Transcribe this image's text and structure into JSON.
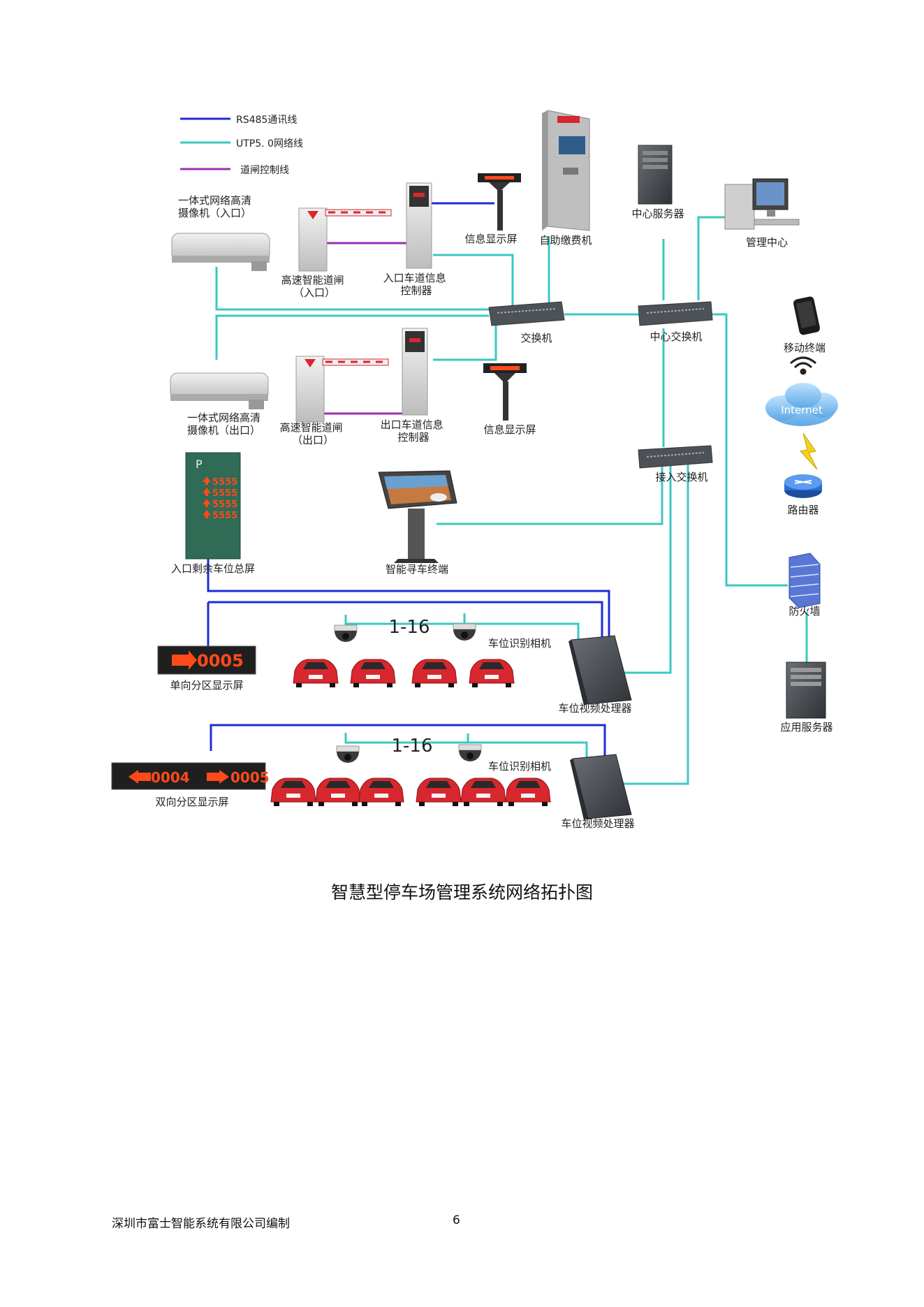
{
  "colors": {
    "rs485": "#1f2bd6",
    "utp": "#3cc7c2",
    "control": "#9a2fb3",
    "device": "#d9d9d9",
    "car": "#d8272e",
    "led": "#ff4a1a"
  },
  "legend": {
    "rs485": "RS485通讯线",
    "utp": "UTP5. 0网络线",
    "control": "道闸控制线"
  },
  "devices": {
    "cam_in": "一体式网络高清\n摄像机（入口）",
    "gate_in": "高速智能道闸\n（入口）",
    "ctrl_in": "入口车道信息\n控制器",
    "display_in": "信息显示屏",
    "kiosk": "自助缴费机",
    "server": "中心服务器",
    "mgmt": "管理中心",
    "switch": "交换机",
    "core_switch": "中心交换机",
    "mobile": "移动终端",
    "internet": "Internet",
    "cam_out": "一体式网络高清\n摄像机（出口）",
    "gate_out": "高速智能道闸\n（出口）",
    "ctrl_out": "出口车道信息\n控制器",
    "display_out": "信息显示屏",
    "access_switch": "接入交换机",
    "router": "路由器",
    "entrance_screen": "入口剩余车位总屏",
    "finder": "智能寻车终端",
    "firewall": "防火墙",
    "app_server": "应用服务器",
    "single_screen": "单向分区显示屏",
    "double_screen": "双向分区显示屏",
    "cam_label_1": "车位识别相机",
    "cam_label_2": "车位识别相机",
    "processor_1": "车位视频处理器",
    "processor_2": "车位视频处理器",
    "range_1": "1-16",
    "range_2": "1-16"
  },
  "screens": {
    "entrance_rows": [
      "5555",
      "5555",
      "5555",
      "5555"
    ],
    "single_value": "0005",
    "double_left": "0004",
    "double_right": "0005",
    "brand_p": "P"
  },
  "caption": "智慧型停车场管理系统网络拓扑图",
  "footer": {
    "company": "深圳市富士智能系统有限公司编制",
    "page": "6"
  }
}
